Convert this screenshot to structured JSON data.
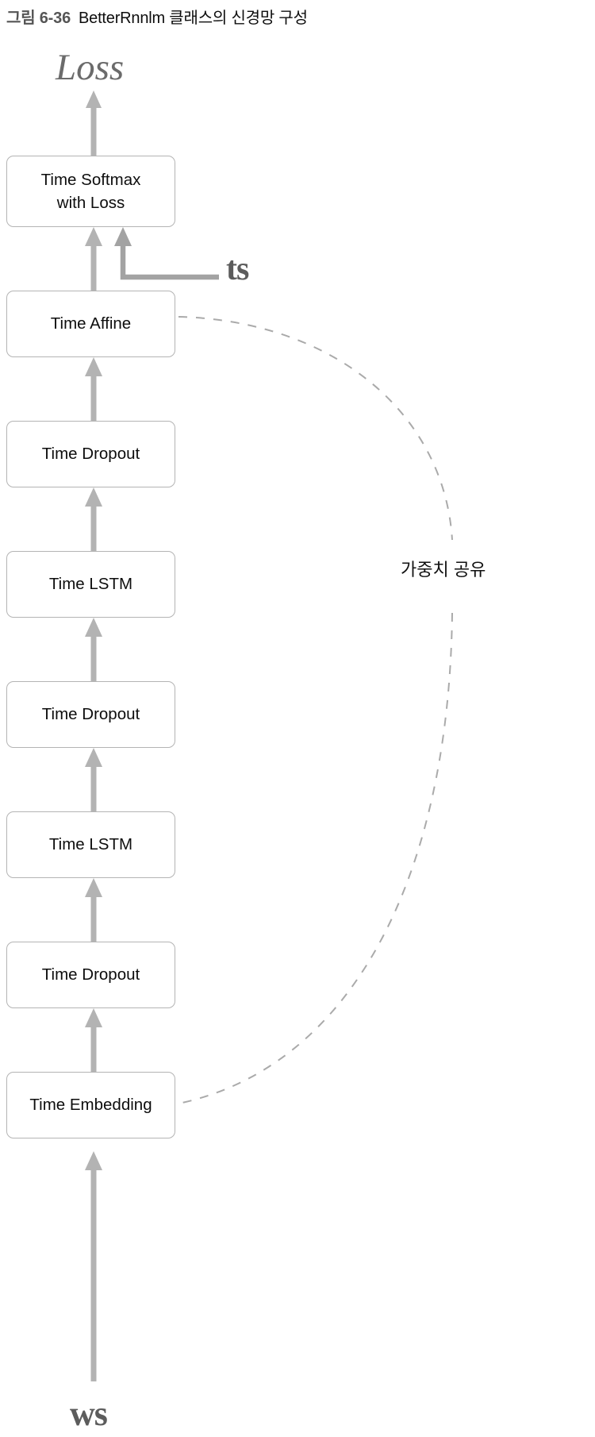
{
  "figure": {
    "number": "그림 6-36",
    "title": "BetterRnnlm 클래스의 신경망 구성"
  },
  "labels": {
    "loss": "Loss",
    "ws": "ws",
    "ts": "ts",
    "weight_share": "가중치 공유"
  },
  "colors": {
    "box_border": "#b4b4b4",
    "arrow": "#b3b3b3",
    "connector": "#999999",
    "dashed": "#aaaaaa",
    "text": "#0d0d0d",
    "label_gray": "#6b6b6b"
  },
  "layers": [
    {
      "id": "time-softmax-with-loss",
      "line1": "Time Softmax",
      "line2": "with Loss"
    },
    {
      "id": "time-affine",
      "line1": "Time Affine",
      "line2": ""
    },
    {
      "id": "time-dropout-3",
      "line1": "Time Dropout",
      "line2": ""
    },
    {
      "id": "time-lstm-2",
      "line1": "Time LSTM",
      "line2": ""
    },
    {
      "id": "time-dropout-2",
      "line1": "Time Dropout",
      "line2": ""
    },
    {
      "id": "time-lstm-1",
      "line1": "Time LSTM",
      "line2": ""
    },
    {
      "id": "time-dropout-1",
      "line1": "Time Dropout",
      "line2": ""
    },
    {
      "id": "time-embedding",
      "line1": "Time Embedding",
      "line2": ""
    }
  ]
}
